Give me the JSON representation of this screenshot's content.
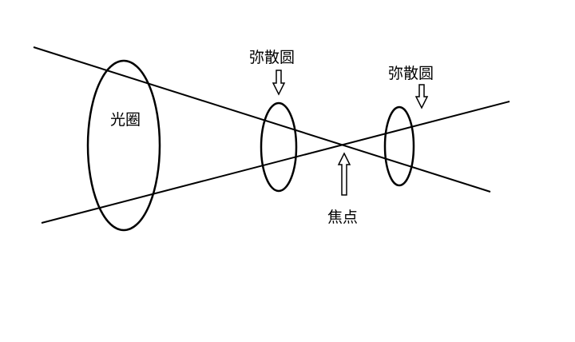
{
  "diagram": {
    "labels": {
      "aperture": "光圈",
      "coc_near": "弥散圆",
      "coc_far": "弥散圆",
      "focal_point": "焦点"
    },
    "colors": {
      "background": "#ffffff",
      "stroke": "#000000"
    }
  }
}
